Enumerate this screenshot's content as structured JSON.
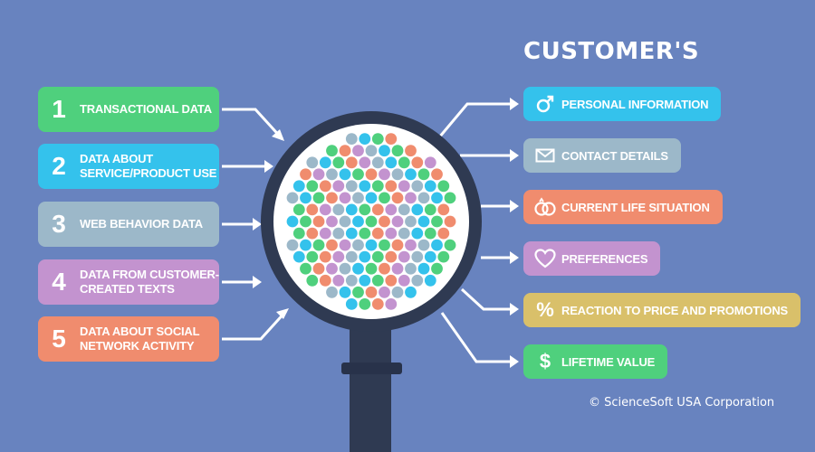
{
  "title": "CUSTOMER'S",
  "left_items": [
    {
      "num": "1",
      "label": "TRANSACTIONAL DATA",
      "color": "#4fd07d"
    },
    {
      "num": "2",
      "label": "DATA ABOUT\nSERVICE/PRODUCT USE",
      "color": "#34c2ec"
    },
    {
      "num": "3",
      "label": "WEB BEHAVIOR DATA",
      "color": "#9cb8c9"
    },
    {
      "num": "4",
      "label": "DATA FROM CUSTOMER-\nCREATED TEXTS",
      "color": "#c393cf"
    },
    {
      "num": "5",
      "label": "DATA ABOUT SOCIAL\nNETWORK ACTIVITY",
      "color": "#f08c6e"
    }
  ],
  "right_items": [
    {
      "icon": "male-symbol-icon",
      "label": "PERSONAL INFORMATION",
      "color": "#34c2ec"
    },
    {
      "icon": "envelope-icon",
      "label": "CONTACT DETAILS",
      "color": "#9cb8c9"
    },
    {
      "icon": "rings-icon",
      "label": "CURRENT LIFE SITUATION",
      "color": "#f08c6e"
    },
    {
      "icon": "heart-icon",
      "label": "PREFERENCES",
      "color": "#c393cf"
    },
    {
      "icon": "percent-icon",
      "label": "REACTION TO PRICE AND PROMOTIONS",
      "color": "#d9c06a"
    },
    {
      "icon": "dollar-icon",
      "label": "LIFETIME VALUE",
      "color": "#4fd07d"
    }
  ],
  "icon_glyphs": {
    "percent-icon": "%",
    "dollar-icon": "$"
  },
  "credit": "© ScienceSoft USA Corporation",
  "colors": {
    "background": "#6883bf",
    "lens_frame": "#2f3a52",
    "lens_glass": "#ffffff",
    "arrow": "#ffffff",
    "dots": [
      "#4fd07d",
      "#34c2ec",
      "#9cb8c9",
      "#c393cf",
      "#f08c6e"
    ]
  }
}
